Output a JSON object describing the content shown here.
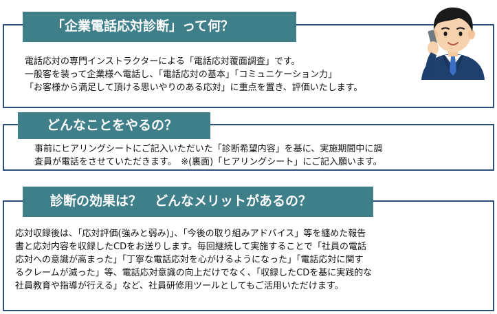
{
  "sections": [
    {
      "heading": "「企業電話応対診断」って何？",
      "lines": [
        "電話応対の専門インストラクターによる「電話応対覆面調査」です。",
        "一般客を装って企業様へ電話し、「電話応対の基本」「コミュニケーション力」",
        "「お客様から満足して頂ける思いやりのある応対」に重点を置き、評価いたします。"
      ]
    },
    {
      "heading": "どんなことをやるの？",
      "lines": [
        "事前にヒアリングシートにご記入いただいた「診断希望内容」を基に、実施期間中に調",
        "査員が電話をさせていただきます。　※(裏面)「ヒアリングシート」にご記入願います。"
      ]
    },
    {
      "heading": "診断の効果は？　どんなメリットがあるの？",
      "lines": [
        "応対収録後は、「応対評価(強みと弱み)」、「今後の取り組みアドバイス」等を纏めた報告",
        "書と応対内容を収録したCDをお送りします。毎回継続して実施することで「社員の電話",
        "応対への意識が高まった」「丁寧な電話応対を心がけるようになった」「電話応対に関す",
        "るクレームが減った」等、電話応対意識の向上だけでなく、「収録したCDを基に実践的な",
        "社員教育や指導が行える」など、社員研修用ツールとしてもご活用いただけます。"
      ]
    }
  ],
  "colors": {
    "tab_background": "#3e7f8a",
    "box_border": "#2b4f79",
    "tab_text": "#ffffff"
  },
  "illustration": "businessman-on-phone-icon"
}
